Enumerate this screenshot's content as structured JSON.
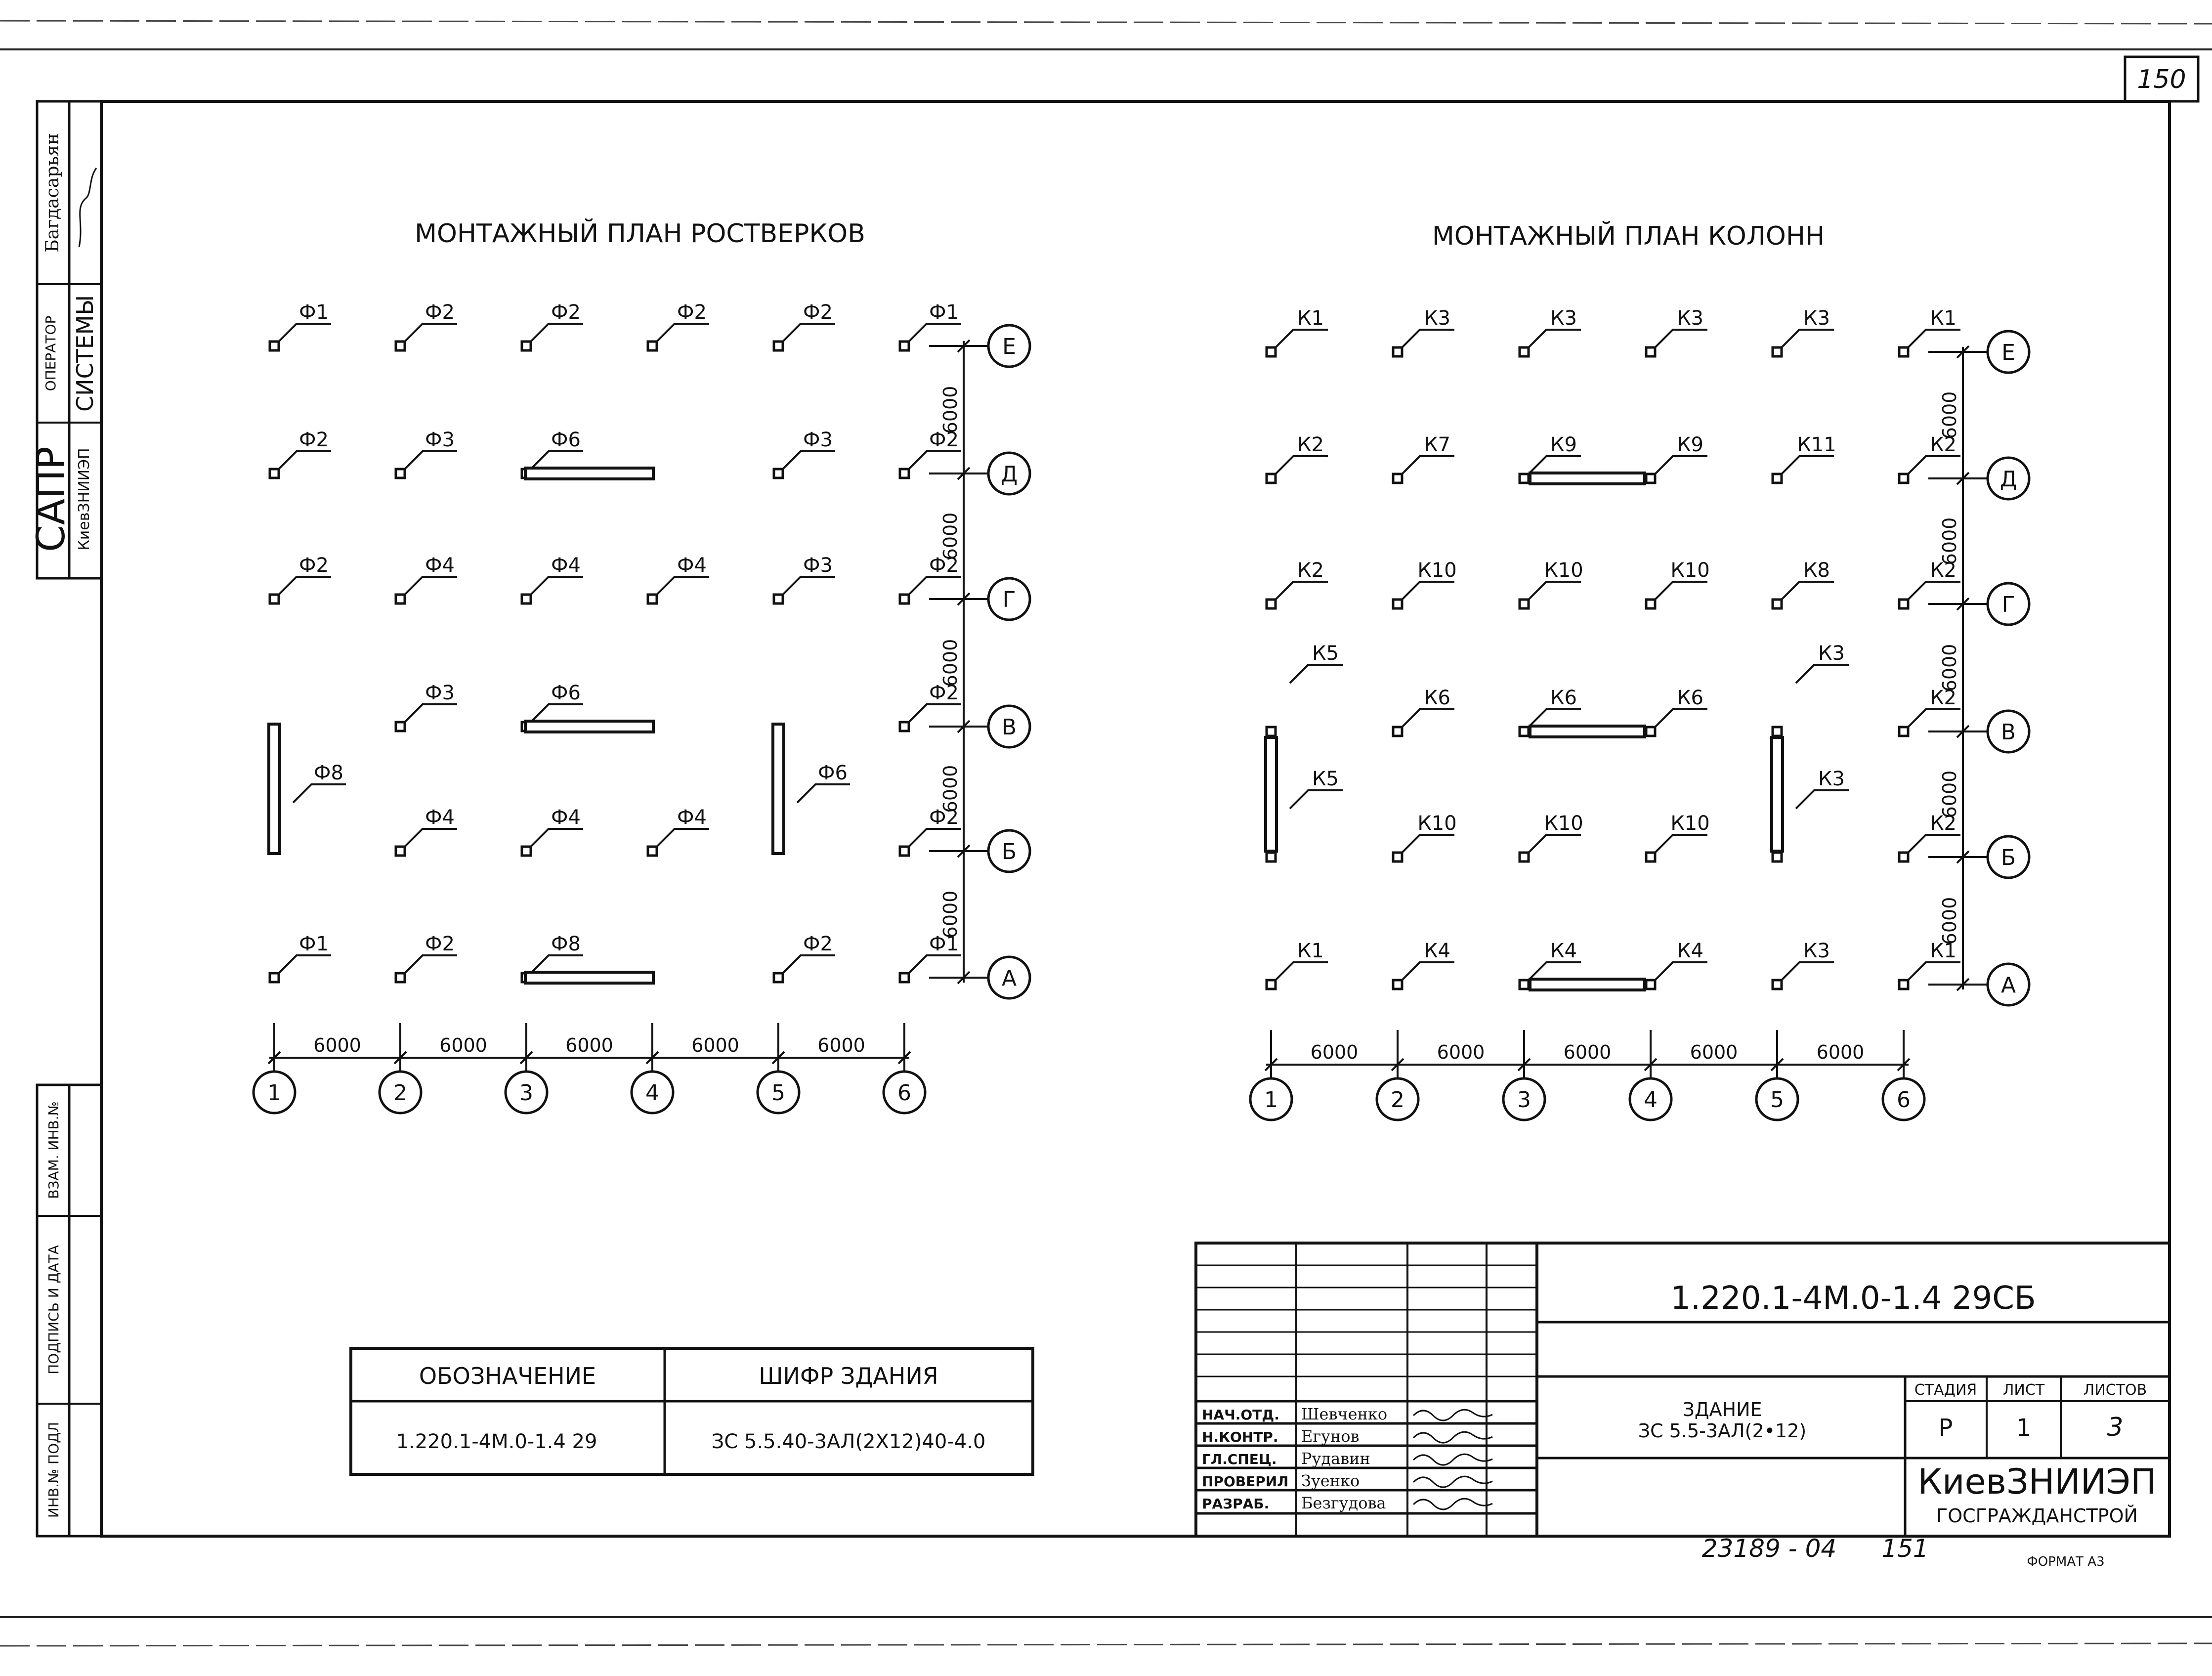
{
  "sheet_number": "150",
  "left_strip": {
    "top_name": "Багдасарьян",
    "operator_label": "ОПЕРАТОР",
    "system_label": "СИСТЕМЫ",
    "sapr_label": "САПР",
    "org_small": "КиевЗНИИЭП",
    "field_ref": "ВЗАМ. ИНВ.№",
    "field_sign": "ПОДПИСЬ И ДАТА",
    "field_inv": "ИНВ.№ ПОДЛ"
  },
  "plans": [
    {
      "title": "МОНТАЖНЫЙ ПЛАН РОСТВЕРКОВ",
      "point_labels": [
        [
          "Ф1",
          "Ф2",
          "Ф2",
          "Ф2",
          "Ф2",
          "Ф1"
        ],
        [
          "Ф2",
          "Ф3",
          "Ф6",
          "",
          "Ф3",
          "Ф2"
        ],
        [
          "Ф2",
          "Ф4",
          "Ф4",
          "Ф4",
          "Ф3",
          "Ф2"
        ],
        [
          "",
          "Ф3",
          "Ф6",
          "",
          "",
          "Ф2"
        ],
        [
          "Ф8",
          "Ф4",
          "Ф4",
          "Ф4",
          "Ф6",
          "Ф2"
        ],
        [
          "Ф1",
          "Ф2",
          "Ф8",
          "",
          "Ф2",
          "Ф1"
        ]
      ]
    },
    {
      "title": "МОНТАЖНЫЙ ПЛАН КОЛОНН",
      "point_labels": [
        [
          "К1",
          "К3",
          "К3",
          "К3",
          "К3",
          "К1"
        ],
        [
          "К2",
          "К7",
          "К9",
          "К9",
          "К11",
          "К2"
        ],
        [
          "К2",
          "К10",
          "К10",
          "К10",
          "К8",
          "К2"
        ],
        [
          "К5",
          "К6",
          "К6",
          "К6",
          "К3",
          "К2"
        ],
        [
          "К5",
          "К10",
          "К10",
          "К10",
          "К3",
          "К2"
        ],
        [
          "К1",
          "К4",
          "К4",
          "К4",
          "К3",
          "К1"
        ]
      ]
    }
  ],
  "axes": {
    "columns": [
      "1",
      "2",
      "3",
      "4",
      "5",
      "6"
    ],
    "rows": [
      "Е",
      "Д",
      "Г",
      "В",
      "Б",
      "А"
    ],
    "spacing": "6000"
  },
  "designation_table": {
    "headers": [
      "ОБОЗНАЧЕНИЕ",
      "ШИФР ЗДАНИЯ"
    ],
    "values": [
      "1.220.1-4М.0-1.4  29",
      "ЗС 5.5.40-3АЛ(2Х12)40-4.0"
    ]
  },
  "title_block": {
    "code": "1.220.1-4М.0-1.4  29СБ",
    "building_line1": "ЗДАНИЕ",
    "building_line2": "ЗС 5.5-3АЛ(2•12)",
    "stage_label": "СТАДИЯ",
    "sheet_label": "ЛИСТ",
    "sheets_label": "ЛИСТОВ",
    "stage": "Р",
    "sheet": "1",
    "sheets": "3",
    "org": "КиевЗНИИЭП",
    "org_sub": "ГОСГРАЖДАНСТРОЙ",
    "roles": [
      {
        "role": "НАЧ.ОТД.",
        "name": "Шевченко"
      },
      {
        "role": "Н.КОНТР.",
        "name": "Егунов"
      },
      {
        "role": "ГЛ.СПЕЦ.",
        "name": "Рудавин"
      },
      {
        "role": "ПРОВЕРИЛ",
        "name": "Зуенко"
      },
      {
        "role": "РАЗРАБ.",
        "name": "Безгудова"
      }
    ]
  },
  "footer": {
    "inventory": "23189 - 04",
    "page": "151",
    "format": "ФОРМАТ А3"
  },
  "colors": {
    "ink": "#111111",
    "paper": "#ffffff"
  }
}
